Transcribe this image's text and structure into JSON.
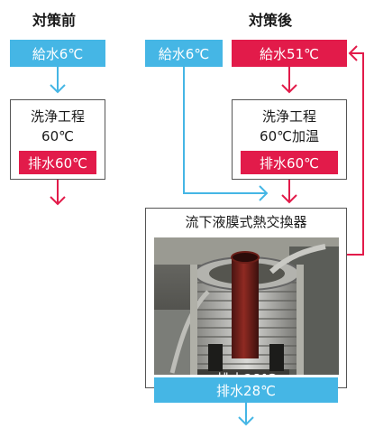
{
  "before": {
    "heading": "対策前",
    "supply": "給水6℃",
    "process": {
      "line1": "洗浄工程",
      "line2": "60℃",
      "drain": "排水60℃"
    }
  },
  "after": {
    "heading": "対策後",
    "supply_cold": "給水6℃",
    "supply_hot": "給水51℃",
    "process": {
      "line1": "洗浄工程",
      "line2": "60℃加温",
      "drain": "排水60℃"
    },
    "exchanger": {
      "title": "流下液膜式熱交換器",
      "drain": "排水28℃"
    }
  },
  "colors": {
    "blue": "#45b6e5",
    "red": "#e21b4a"
  }
}
